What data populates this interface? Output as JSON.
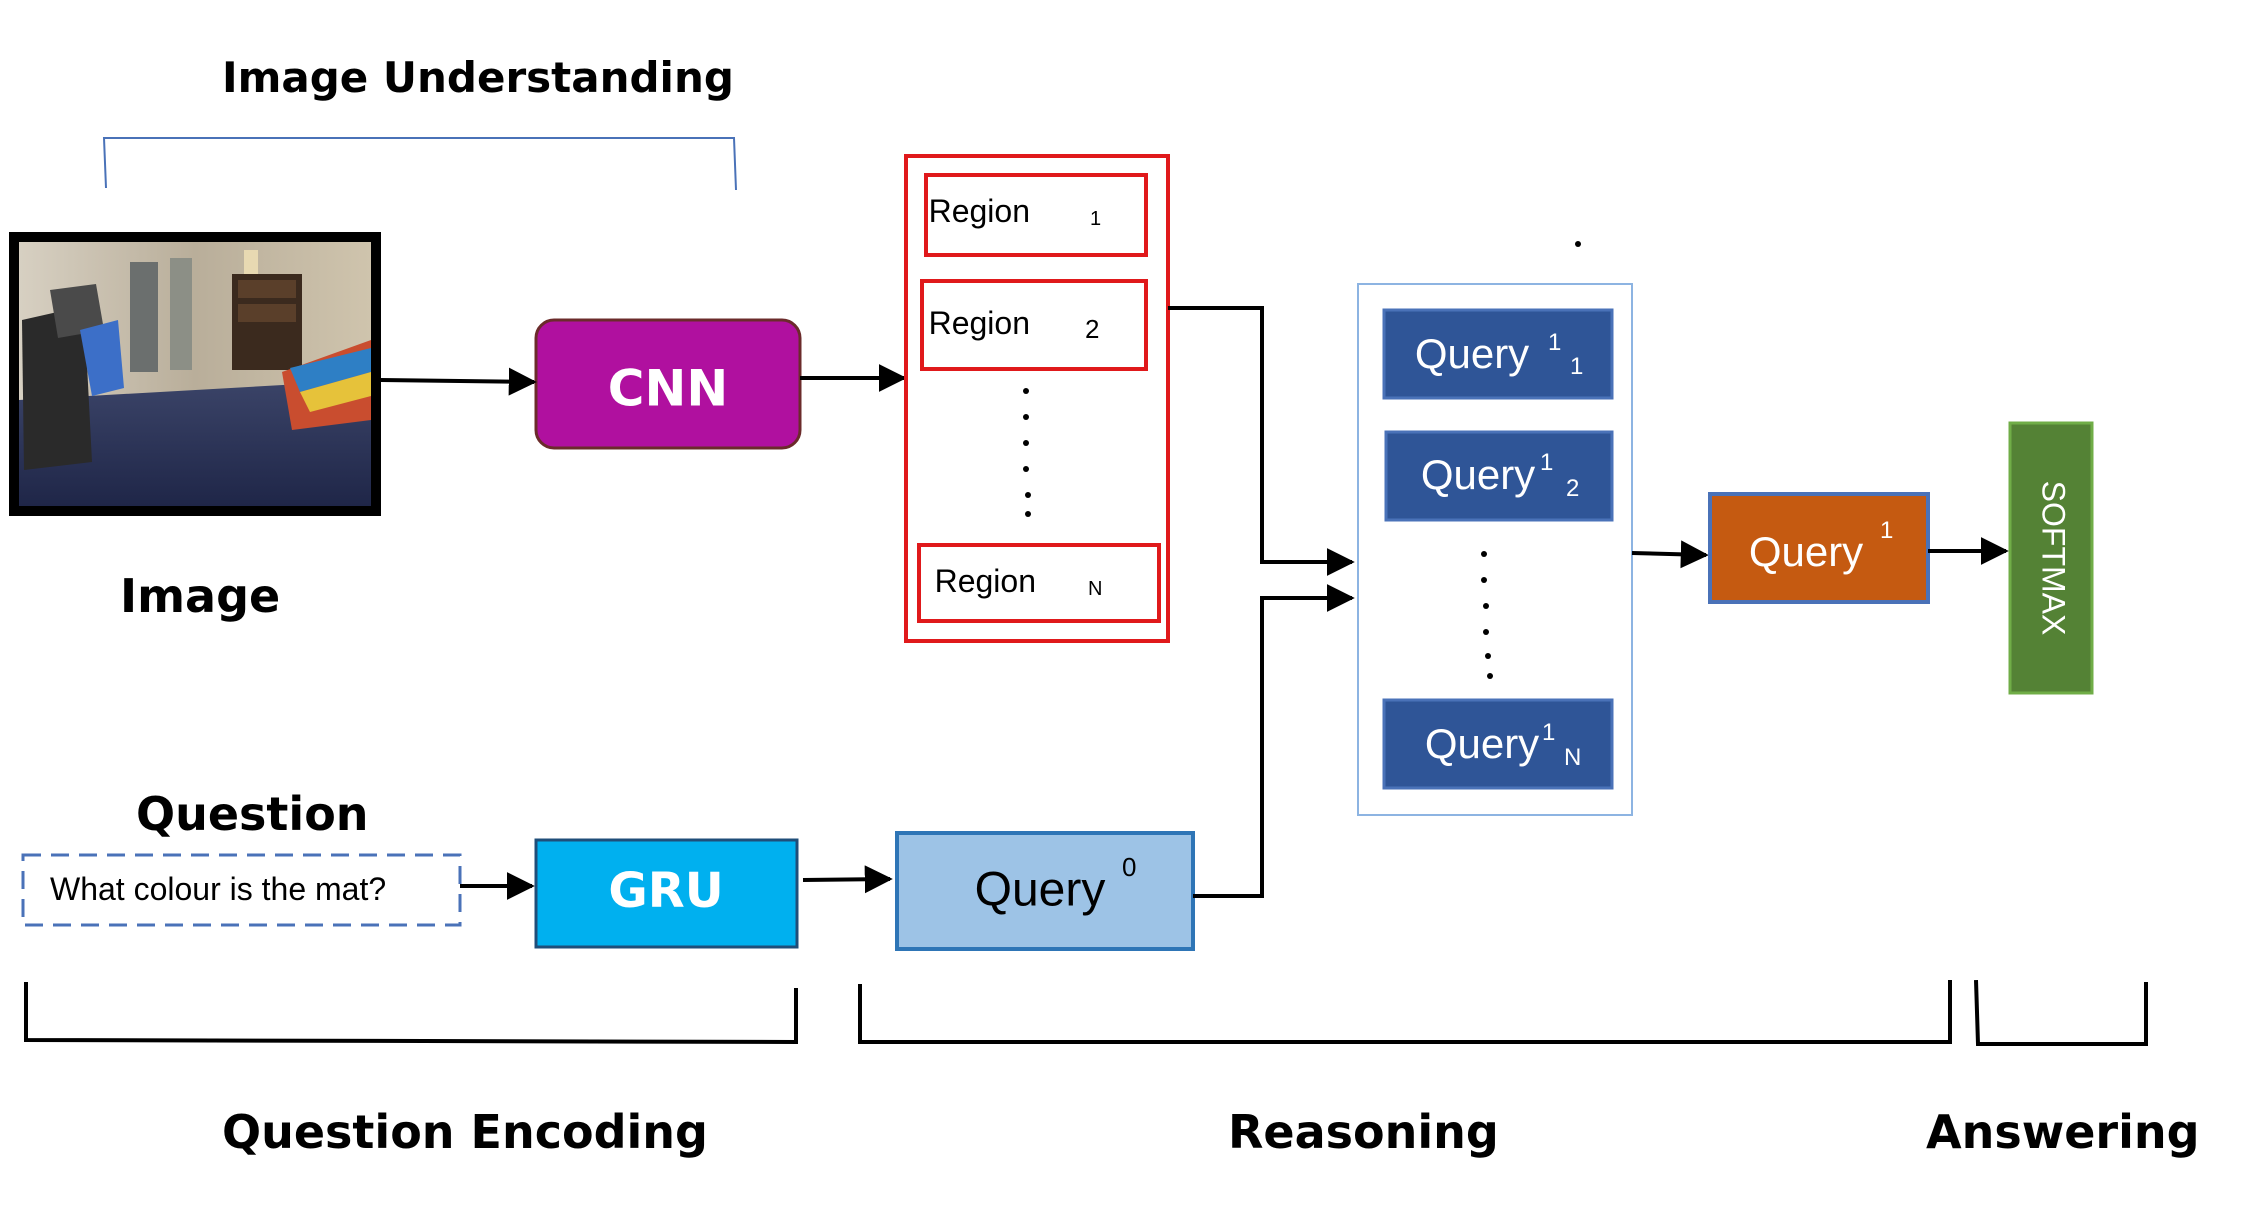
{
  "labels": {
    "image_understanding": "Image Understanding",
    "image": "Image",
    "question": "Question",
    "question_encoding": "Question Encoding",
    "reasoning": "Reasoning",
    "answering": "Answering"
  },
  "nodes": {
    "cnn": "CNN",
    "gru": "GRU",
    "question_text": "What colour is the mat?",
    "region_word": "Region",
    "regions": [
      "1",
      "2",
      "N"
    ],
    "query_word": "Query",
    "query0_sup": "0",
    "queries": [
      {
        "sup": "1",
        "sub": "1"
      },
      {
        "sup": "1",
        "sub": "2"
      },
      {
        "sup": "1",
        "sub": "N"
      }
    ],
    "query1_sup": "1",
    "softmax": "SOFTMAX"
  },
  "colors": {
    "cnn_fill": "#b0109f",
    "gru_fill": "#00b0ef",
    "query0_fill": "#9dc3e6",
    "query_blue": "#2f5597",
    "query1_fill": "#c55a11",
    "softmax_fill": "#548235",
    "region_red": "#e0191b",
    "outline_blue": "#2e75b6"
  }
}
